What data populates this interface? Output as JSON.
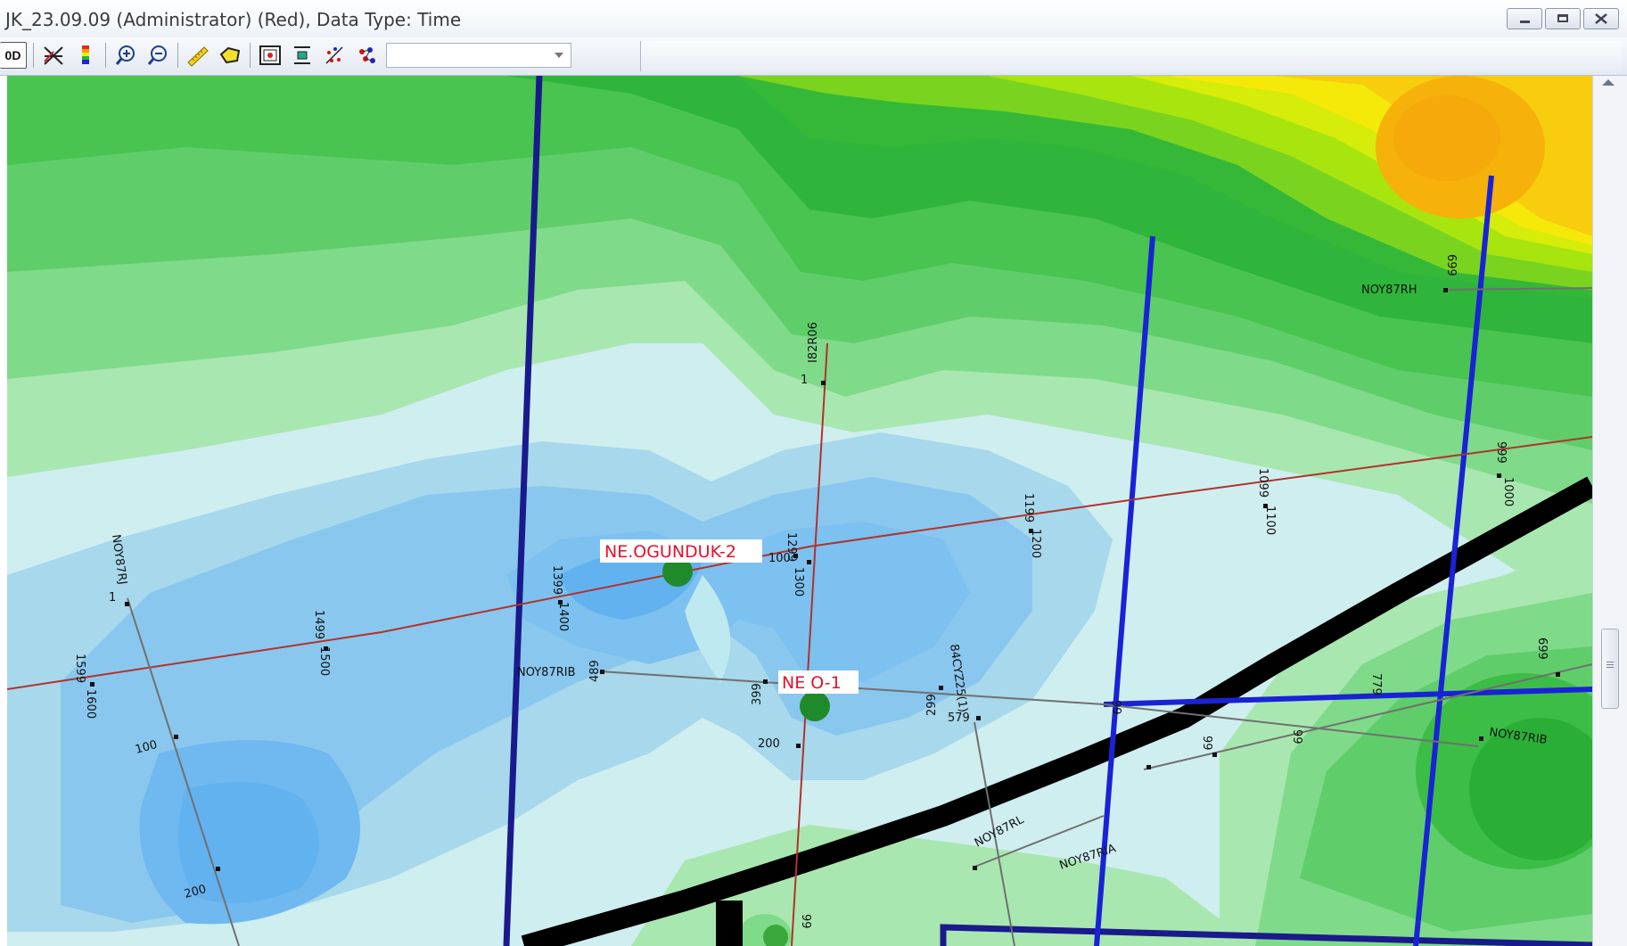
{
  "window": {
    "title": "JK_23.09.09 (Administrator) (Red), Data Type: Time"
  },
  "toolbar": {
    "first_button_label": "0D",
    "combo_value": ""
  },
  "map": {
    "wells": [
      {
        "label": "NE.OGUNDUK-2"
      },
      {
        "label": "NE O-1"
      }
    ],
    "line_labels": {
      "noy87rh": "NOY87RH",
      "noy87rj": "NOY87RJ",
      "noy87rib_left": "NOY87RIB",
      "noy87rib_right": "NOY87RIB",
      "noy87ria": "NOY87RIA",
      "noy87rl": "NOY87RL",
      "i82r06": "I82R06",
      "c84": "84CYZ25(1)"
    },
    "shotpoints": {
      "sp1599": "1599",
      "sp1600": "1600",
      "sp1499": "1499",
      "sp1500": "1500",
      "sp1399": "1399",
      "sp1400": "1400",
      "sp1299": "1299",
      "sp1300": "1300",
      "sp1199": "1199",
      "sp1200": "1200",
      "sp1099": "1099",
      "sp1100": "1100",
      "sp999": "999",
      "sp1000": "1000",
      "sp699a": "699",
      "sp699b": "699",
      "sp1a": "1",
      "sp1b": "1",
      "sp100a": "100",
      "sp100b": "100",
      "sp200a": "200",
      "sp200b": "200",
      "sp489": "489",
      "sp399": "399",
      "sp299": "299",
      "sp579": "579",
      "sp779": "779",
      "sp99a": "99",
      "sp99b": "99",
      "sp99c": "99",
      "sp99d": "99"
    }
  },
  "colors": {
    "contour_low": "#63b2f0",
    "contour_mid": "#bfe9f0",
    "contour_green": "#2fb53c",
    "contour_high": "#f5a90a",
    "seismic_red": "#b0332c",
    "seismic_blue": "#1a22d6",
    "seismic_navy": "#1a1a8c",
    "seismic_grey": "#707070",
    "road": "#000000",
    "well_fill": "#1f8a2a",
    "well_label": "#e8102a"
  }
}
